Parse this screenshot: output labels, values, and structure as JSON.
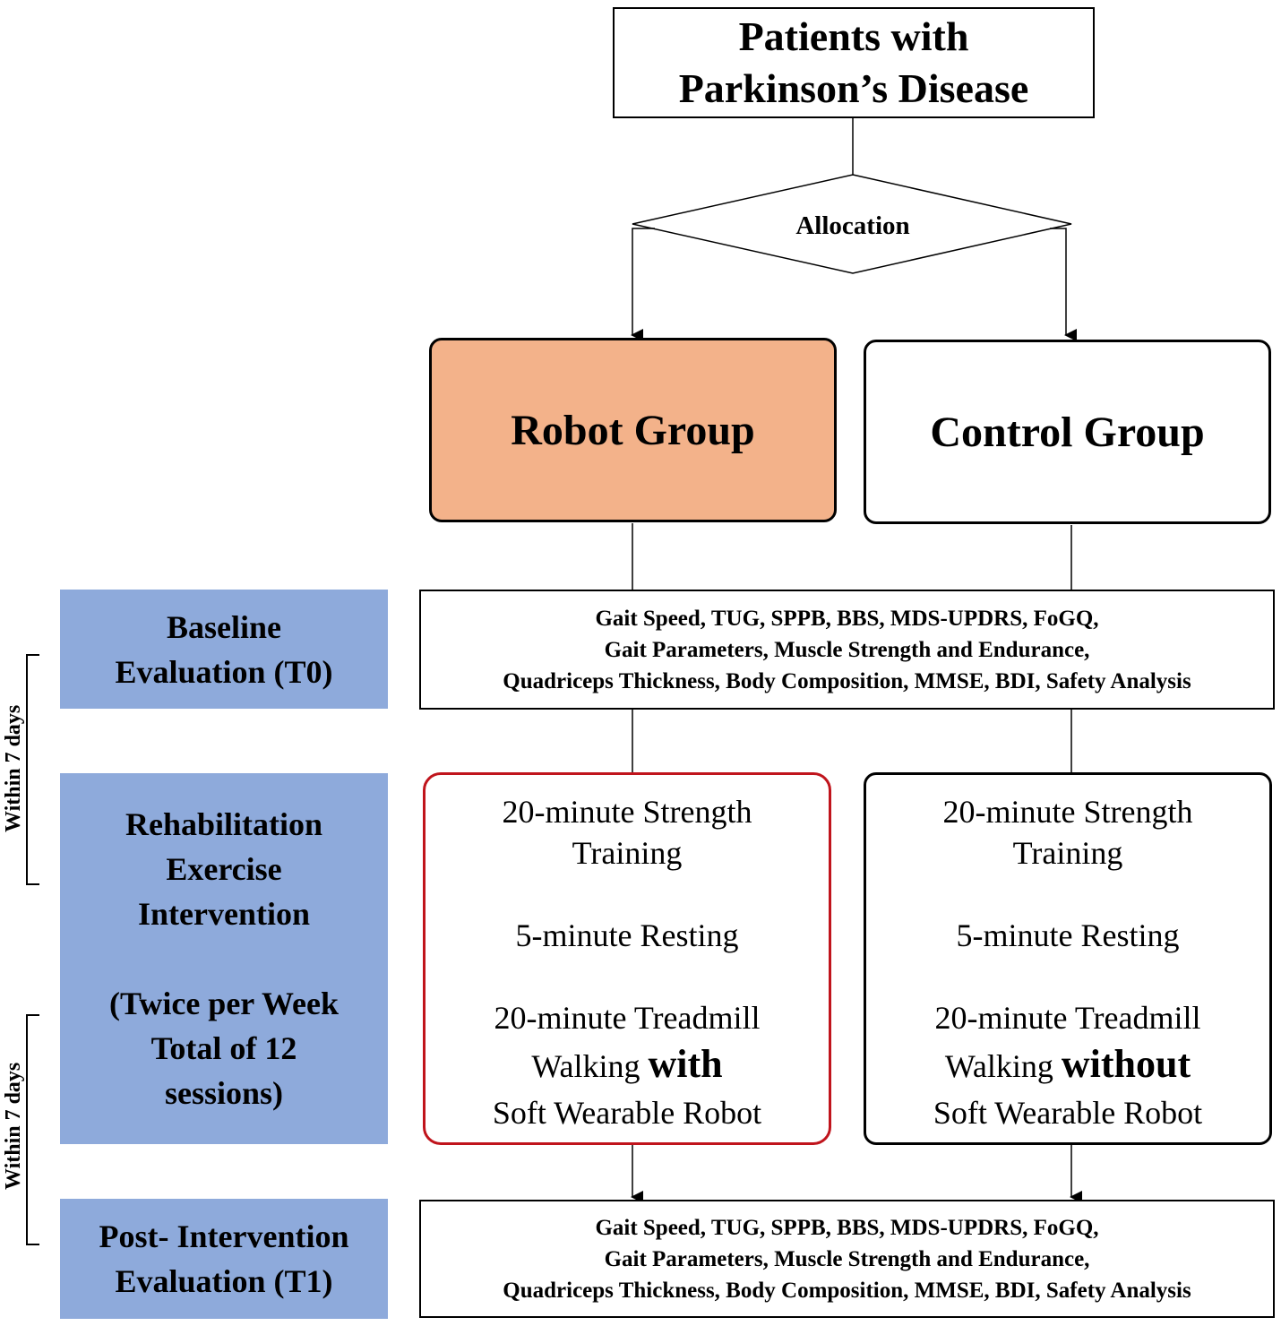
{
  "title": {
    "line1": "Patients with",
    "line2": "Parkinson’s Disease"
  },
  "allocation": "Allocation",
  "groups": {
    "robot": "Robot Group",
    "control": "Control Group"
  },
  "side_labels": {
    "baseline": {
      "line1": "Baseline",
      "line2": "Evaluation (T0)"
    },
    "intervention": {
      "line1": "Rehabilitation",
      "line2": "Exercise",
      "line3": "Intervention",
      "line4": "(Twice per Week",
      "line5": "Total of 12",
      "line6": "sessions)"
    },
    "post": {
      "line1": "Post- Intervention",
      "line2": "Evaluation (T1)"
    }
  },
  "timing": {
    "first": "Within 7 days",
    "second": "Within 7 days"
  },
  "baseline_measures": {
    "line1": "Gait Speed, TUG, SPPB, BBS, MDS-UPDRS, FoGQ,",
    "line2": "Gait Parameters, Muscle Strength and Endurance,",
    "line3": "Quadriceps Thickness, Body Composition, MMSE, BDI, Safety Analysis"
  },
  "post_measures": {
    "line1": "Gait Speed, TUG, SPPB, BBS, MDS-UPDRS, FoGQ,",
    "line2": "Gait Parameters, Muscle Strength and Endurance,",
    "line3": "Quadriceps Thickness, Body Composition, MMSE, BDI, Safety Analysis"
  },
  "robot_intervention": {
    "strength_1": "20-minute Strength",
    "strength_2": "Training",
    "rest": "5-minute Resting",
    "treadmill_1": "20-minute Treadmill",
    "walking": "Walking",
    "with_word": "with",
    "robot": "Soft Wearable Robot"
  },
  "control_intervention": {
    "strength_1": "20-minute Strength",
    "strength_2": "Training",
    "rest": "5-minute Resting",
    "treadmill_1": "20-minute Treadmill",
    "walking": "Walking",
    "without_word": "without",
    "robot": "Soft Wearable Robot"
  },
  "colors": {
    "robot_fill": "#f3b28a",
    "side_label_fill": "#8eaadb",
    "robot_intervention_border": "#c0141c"
  }
}
